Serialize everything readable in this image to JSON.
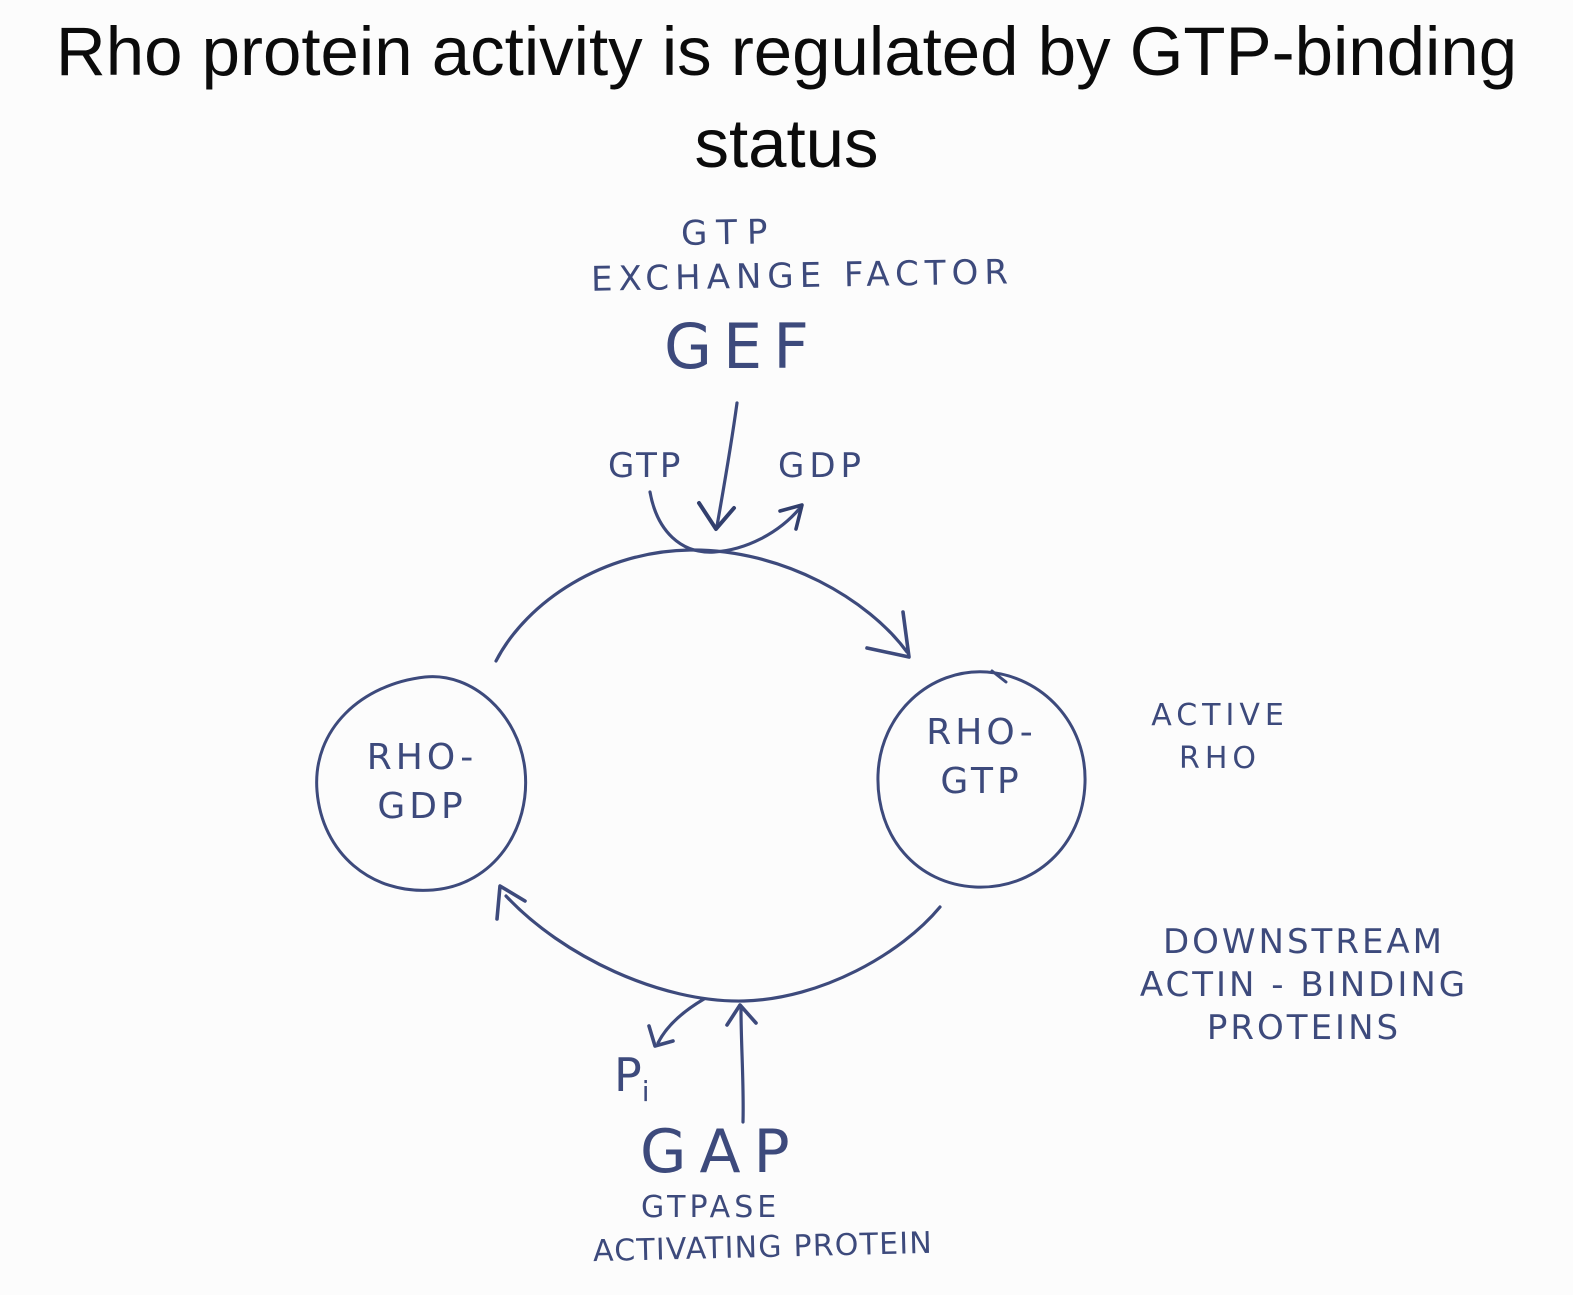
{
  "title": {
    "line1": "Rho protein activity is regulated by GTP-binding",
    "line2": "status"
  },
  "colors": {
    "background": "#fcfcfc",
    "ink": "#3d4a7c",
    "ink_dark": "#323f6d",
    "title_text": "#0b0b0b"
  },
  "diagram": {
    "gef": {
      "label_line1": "GTP",
      "label_line2": "EXCHANGE FACTOR",
      "abbr": "GEF"
    },
    "exchange": {
      "substrate_in": "GTP",
      "substrate_out": "GDP"
    },
    "left_node": {
      "line1": "RHO-",
      "line2": "GDP"
    },
    "right_node": {
      "line1": "RHO-",
      "line2": "GTP"
    },
    "right_node_caption": {
      "line1": "ACTIVE",
      "line2": "RHO"
    },
    "downstream": {
      "line1": "DOWNSTREAM",
      "line2": "ACTIN - BINDING",
      "line3": "PROTEINS"
    },
    "pi": {
      "base": "P",
      "sub": "i"
    },
    "gap": {
      "abbr": "GAP",
      "label_line1": "GTPASE",
      "label_line2": "ACTIVATING PROTEIN"
    }
  }
}
